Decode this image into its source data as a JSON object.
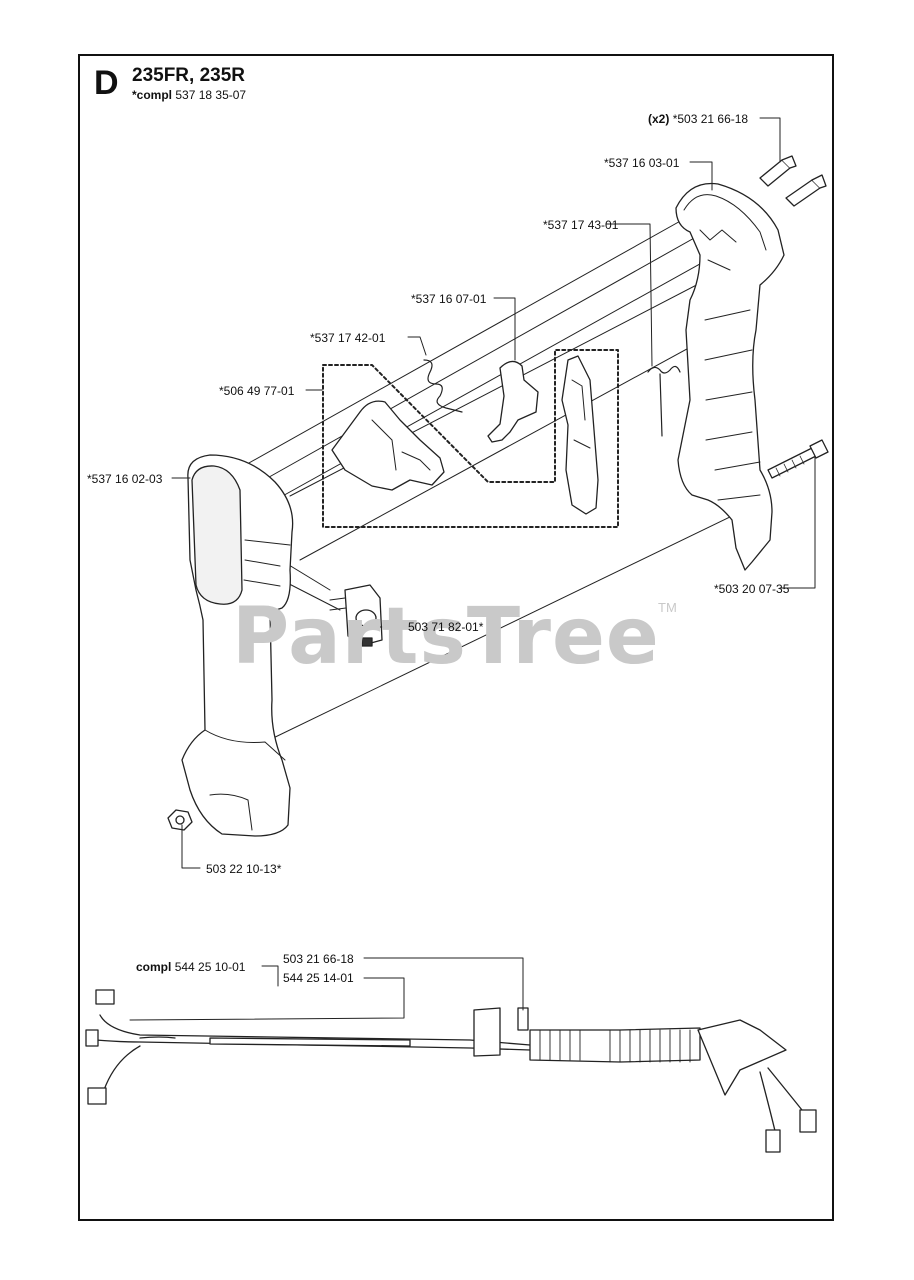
{
  "section": {
    "letter": "D",
    "model": "235FR, 235R"
  },
  "assembly": {
    "prefix": "*compl",
    "number": "537 18 35-07"
  },
  "parts": {
    "screw_top_qty": "(x2)",
    "screw_top": "*503 21 66-18",
    "handle_right": "*537 16 03-01",
    "spring_right": "*537 17 43-01",
    "lock_lever": "*537 16 07-01",
    "spring_left": "*537 17 42-01",
    "throttle_kit": "*506 49 77-01",
    "handle_left": "*537 16 02-03",
    "screw_bolt": "*503 20 07-35",
    "stop_switch": "503 71 82-01*",
    "nut": "503 22 10-13*",
    "harness_prefix": "compl",
    "harness_compl": "544 25 10-01",
    "harness_part_a": "503 21 66-18",
    "harness_part_b": "544 25 14-01"
  },
  "watermark": {
    "text": "PartsTree",
    "tm": "TM"
  }
}
